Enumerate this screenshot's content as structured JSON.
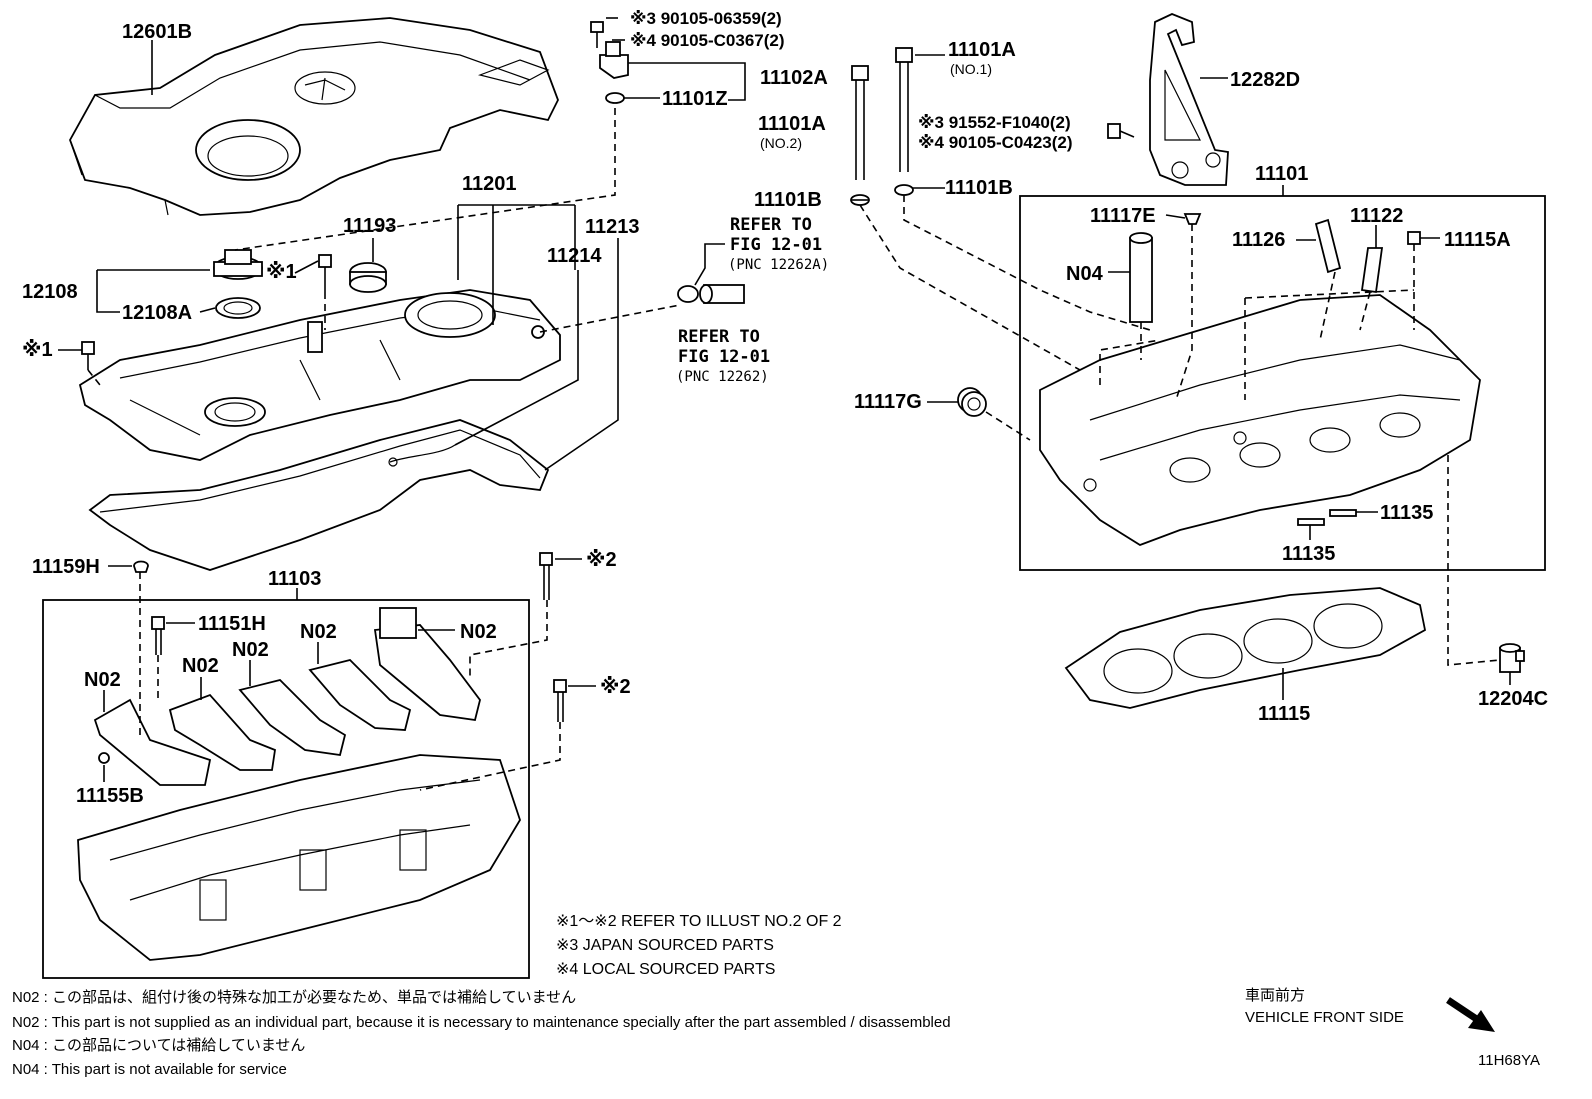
{
  "labels": {
    "p12601B": "12601B",
    "p11201": "11201",
    "p11193": "11193",
    "p11213": "11213",
    "p11214": "11214",
    "p12108": "12108",
    "p12108A": "12108A",
    "p_x1_a": "※1",
    "p_x1_b": "※1",
    "p11102A": "11102A",
    "p11101Z": "11101Z",
    "bolt3": "※3 90105-06359(2)",
    "bolt4": "※4 90105-C0367(2)",
    "p11101A_1": "11101A",
    "p11101A_1_sub": "(NO.1)",
    "p11101A_2": "11101A",
    "p11101A_2_sub": "(NO.2)",
    "p11101B_a": "11101B",
    "p11101B_b": "11101B",
    "bolt3b": "※3 91552-F1040(2)",
    "bolt4b": "※4 90105-C0423(2)",
    "p12282D": "12282D",
    "p11101": "11101",
    "p11117E": "11117E",
    "p11126": "11126",
    "p11122": "11122",
    "p11115A": "11115A",
    "pN04": "N04",
    "p11117G": "11117G",
    "p11135_a": "11135",
    "p11135_b": "11135",
    "p11115": "11115",
    "p12204C": "12204C",
    "p11159H": "11159H",
    "p11103": "11103",
    "p11151H": "11151H",
    "pN02_a": "N02",
    "pN02_b": "N02",
    "pN02_c": "N02",
    "pN02_d": "N02",
    "pN02_e": "N02",
    "p11155B": "11155B",
    "p_x2_a": "※2",
    "p_x2_b": "※2"
  },
  "references": {
    "ref1_line1": "REFER TO",
    "ref1_line2": "FIG 12-01",
    "ref1_line3": "(PNC 12262A)",
    "ref2_line1": "REFER TO",
    "ref2_line2": "FIG 12-01",
    "ref2_line3": "(PNC 12262)"
  },
  "notes": [
    "※1～※2  REFER TO ILLUST NO.2 OF 2",
    "※3 JAPAN SOURCED PARTS",
    "※4 LOCAL SOURCED PARTS"
  ],
  "footnotes": [
    "N02 : この部品は、組付け後の特殊な加工が必要なため、単品では補給していません",
    "N02 : This part is not supplied as an individual part, because it is necessary to maintenance specially after the part assembled / disassembled",
    "N04 : この部品については補給していません",
    "N04 : This part is not available for service"
  ],
  "direction": {
    "jp": "車両前方",
    "en": "VEHICLE FRONT SIDE"
  },
  "illustration_code": "11H68YA"
}
